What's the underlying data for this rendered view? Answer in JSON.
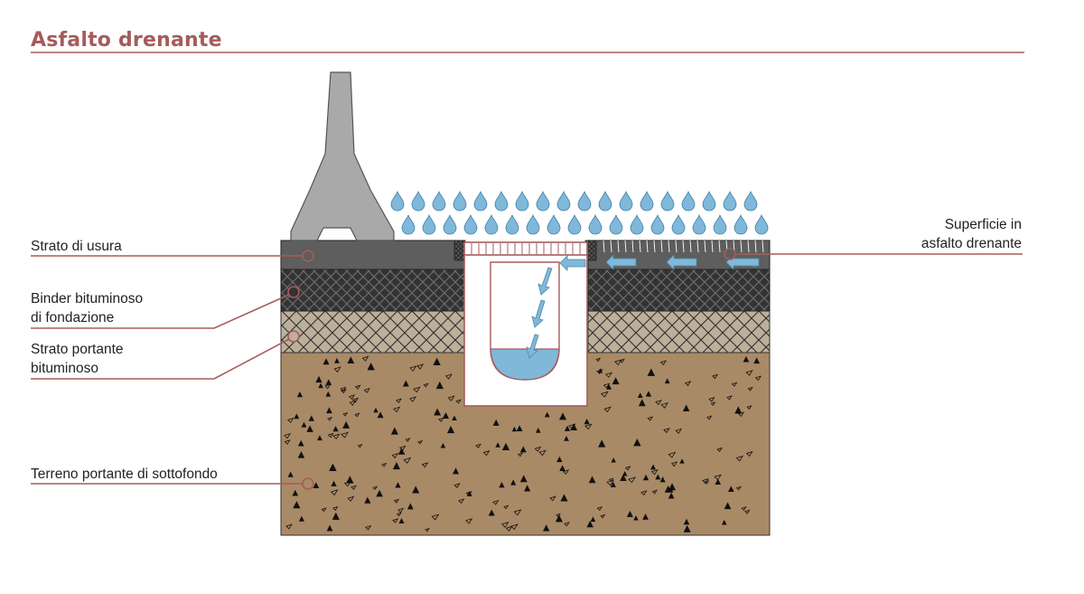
{
  "title": "Asfalto drenante",
  "labels": {
    "usura": "Strato di usura",
    "binder_line1": "Binder bituminoso",
    "binder_line2": "di fondazione",
    "portante_line1": "Strato portante",
    "portante_line2": "bituminoso",
    "terreno": "Terreno portante di sottofondo",
    "superficie_line1": "Superficie in",
    "superficie_line2": "asfalto drenante"
  },
  "colors": {
    "accent": "#a65b5b",
    "wearing_layer": "#5e5e5e",
    "binder_layer": "#333333",
    "base_layer": "#bdb09a",
    "soil": "#a98a66",
    "water": "#7fb8d9",
    "curb": "#a9a9a9"
  }
}
